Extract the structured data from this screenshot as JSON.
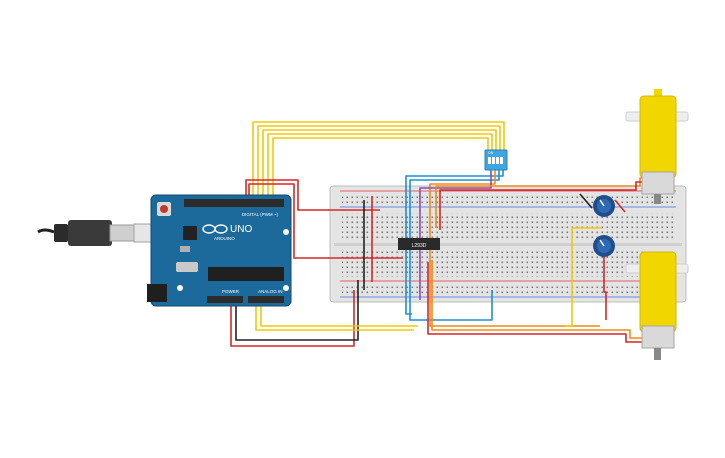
{
  "arduino": {
    "brand": "ARDUINO",
    "model": "UNO",
    "digital_label": "DIGITAL (PWM ~)",
    "power_label": "POWER",
    "analog_label": "ANALOG IN",
    "board_color": "#1c6a9b",
    "header_color": "#2b2b2b"
  },
  "ic": {
    "label": "L293D"
  },
  "dip_switch": {
    "label": "ON",
    "color": "#3fa7e0"
  },
  "motors": {
    "color": "#f2d600"
  },
  "potentiometers": {
    "color": "#1f4e8a"
  },
  "breadboard": {
    "color": "#e3e3e3",
    "rail_red": "#d83a3a",
    "rail_blue": "#3a6fd8"
  },
  "wire_colors": {
    "red": "#d62728",
    "yellow": "#f0c808",
    "blue": "#1f8fd6",
    "orange": "#f08a1a",
    "purple": "#8a4fb0",
    "black": "#222222"
  }
}
